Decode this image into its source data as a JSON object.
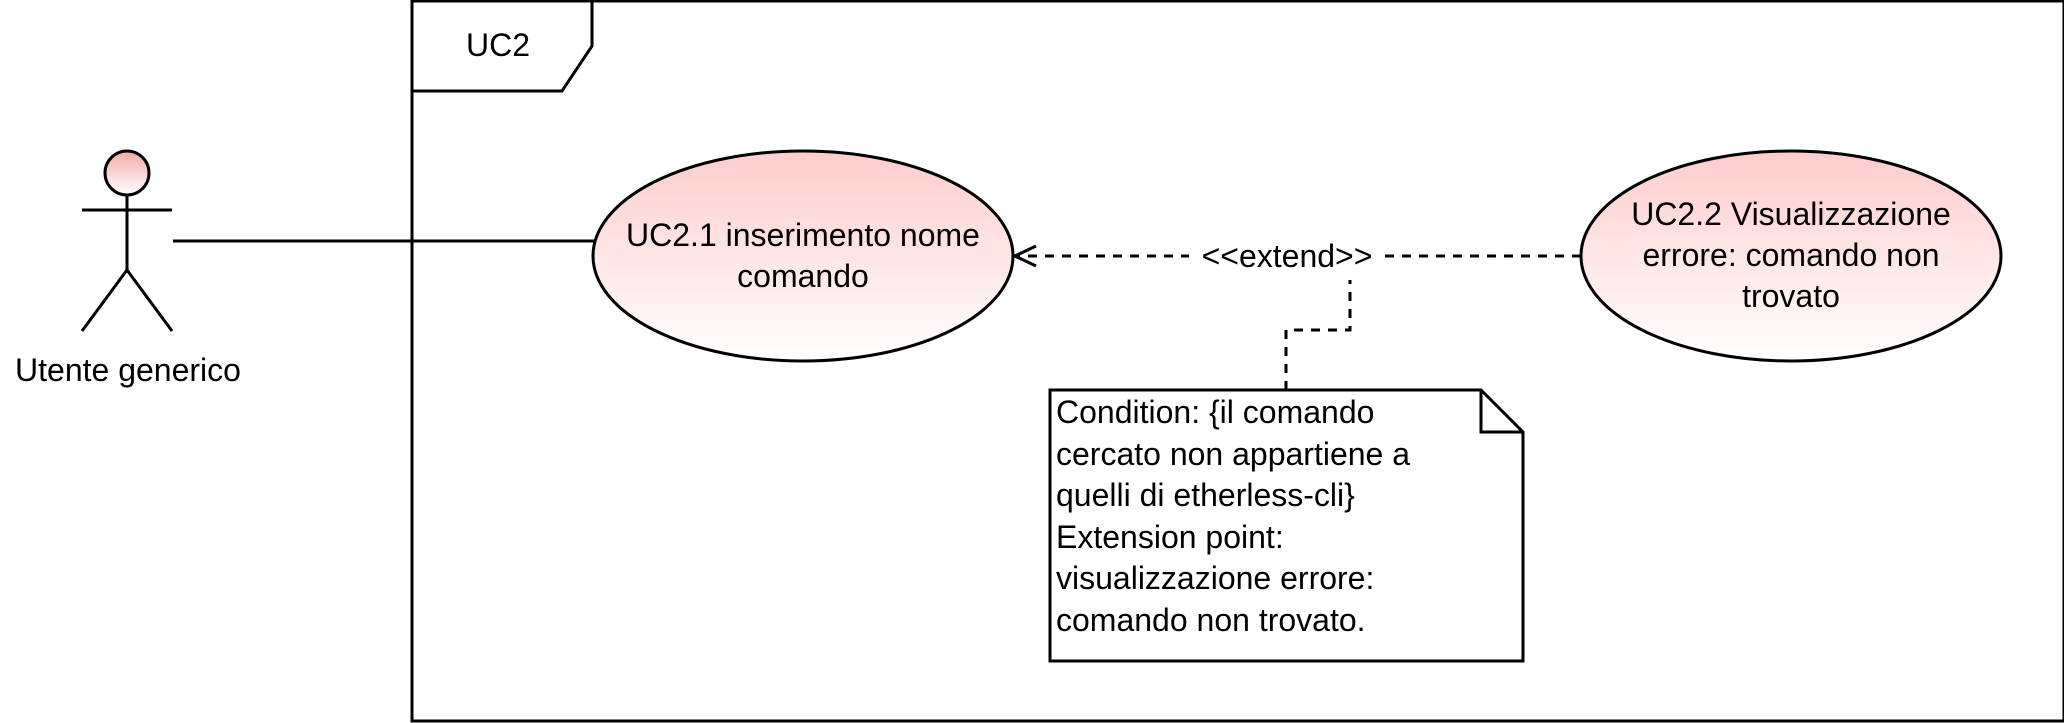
{
  "frame": {
    "title": "UC2"
  },
  "actor": {
    "name": "Utente generico"
  },
  "use_cases": [
    {
      "id": "uc2-1",
      "label": "UC2.1 inserimento nome comando"
    },
    {
      "id": "uc2-2",
      "label": "UC2.2 Visualizzazione errore: comando non trovato"
    }
  ],
  "relation": {
    "stereotype": "<<extend>>"
  },
  "note": {
    "text": "Condition: {il comando cercato non appartiene a quelli di etherless-cli}\nExtension point: visualizzazione errore: comando non trovato."
  },
  "colors": {
    "usecase_gradient_top": "#ffcccc",
    "usecase_gradient_bottom": "#ffffff",
    "actor_head_fill": "#f8cecc",
    "stroke": "#000000"
  }
}
